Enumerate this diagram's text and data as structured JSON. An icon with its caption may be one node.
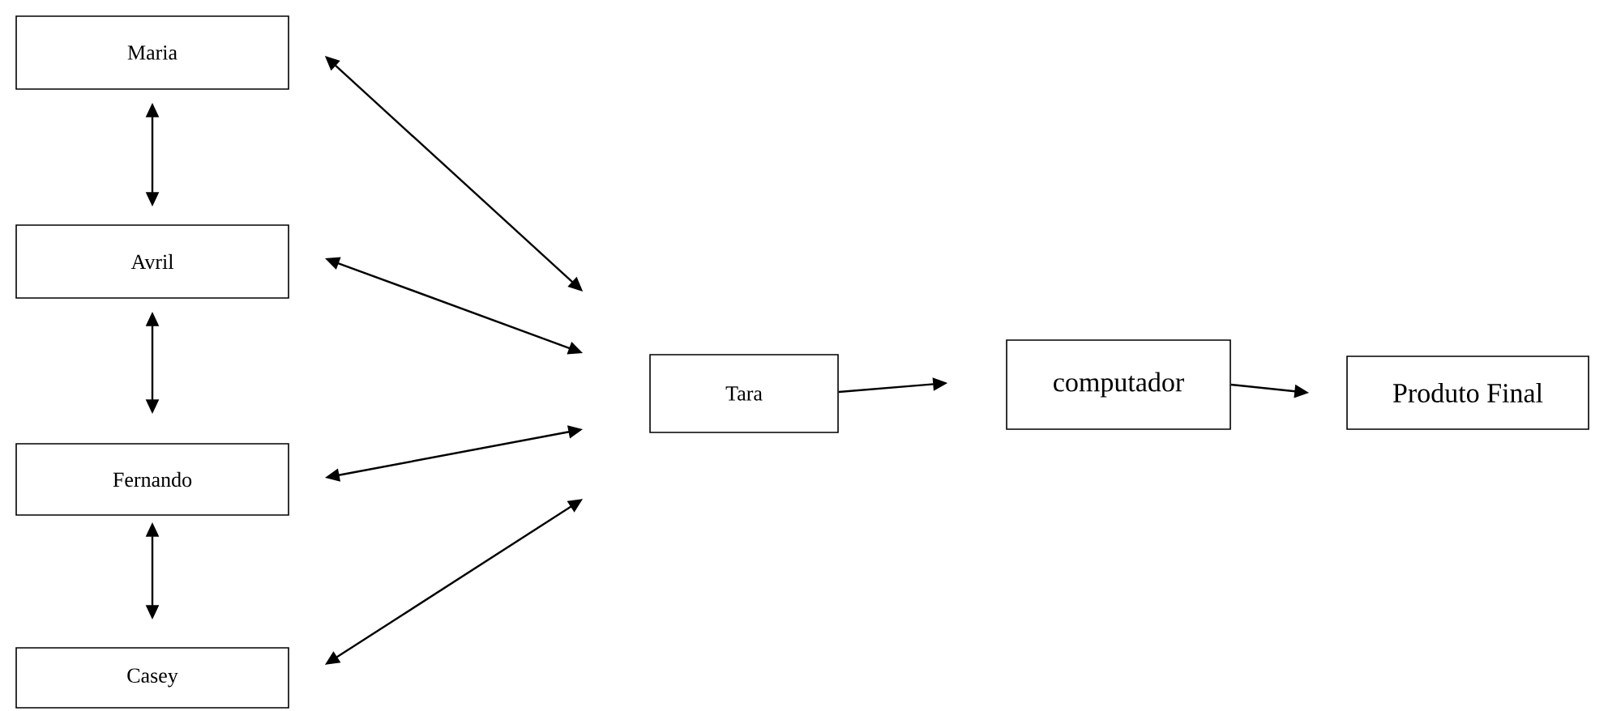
{
  "diagram": {
    "nodes": [
      {
        "text": [
          "Maria"
        ]
      },
      {
        "text": [
          "Avril"
        ]
      },
      {
        "text": [
          "Fernando"
        ]
      },
      {
        "text": [
          "Casey"
        ]
      },
      {
        "text": [
          "Tara"
        ]
      },
      {
        "text": [
          "computador"
        ]
      },
      {
        "text": [
          "Produto Final"
        ]
      }
    ],
    "edges": [
      {
        "from": 0,
        "to": 1,
        "arrow": "both"
      },
      {
        "from": 1,
        "to": 2,
        "arrow": "both"
      },
      {
        "from": 2,
        "to": 3,
        "arrow": "both"
      },
      {
        "from": 0,
        "to": 4,
        "arrow": "both"
      },
      {
        "from": 1,
        "to": 4,
        "arrow": "both"
      },
      {
        "from": 2,
        "to": 4,
        "arrow": "both"
      },
      {
        "from": 3,
        "to": 4,
        "arrow": "both"
      },
      {
        "from": 4,
        "to": 5,
        "arrow": "to"
      },
      {
        "from": 5,
        "to": 6,
        "arrow": "to"
      }
    ]
  }
}
